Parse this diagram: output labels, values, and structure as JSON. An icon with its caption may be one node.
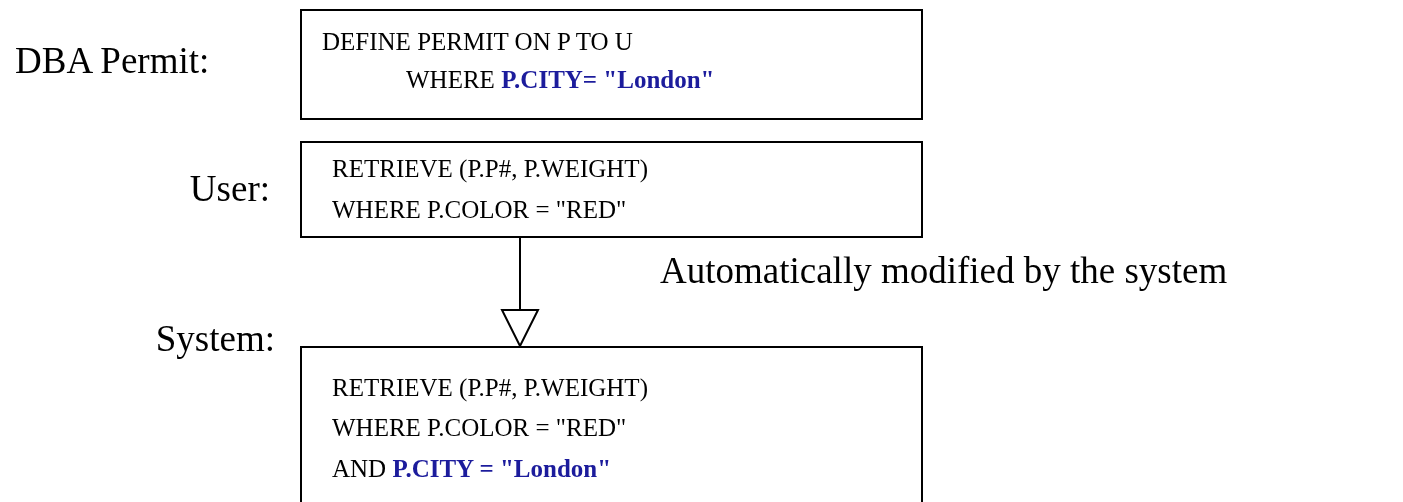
{
  "diagram": {
    "nodes": [
      {
        "text": [
          "DBA Permit:",
          "DEFINE PERMIT ON P TO U",
          "WHERE **P.CITY= \"London\"**"
        ]
      },
      {
        "text": [
          "User:",
          "RETRIEVE (P.P#, P.WEIGHT)",
          "WHERE P.COLOR = \"RED\""
        ]
      },
      {
        "text": [
          "System:",
          "RETRIEVE (P.P#, P.WEIGHT)",
          "WHERE P.COLOR = \"RED\"",
          "AND **P.CITY = \"London\"**"
        ]
      }
    ],
    "edges": [
      {
        "from": 1,
        "to": 2,
        "arrow": "to",
        "label": "Automatically modified by the system"
      }
    ]
  }
}
